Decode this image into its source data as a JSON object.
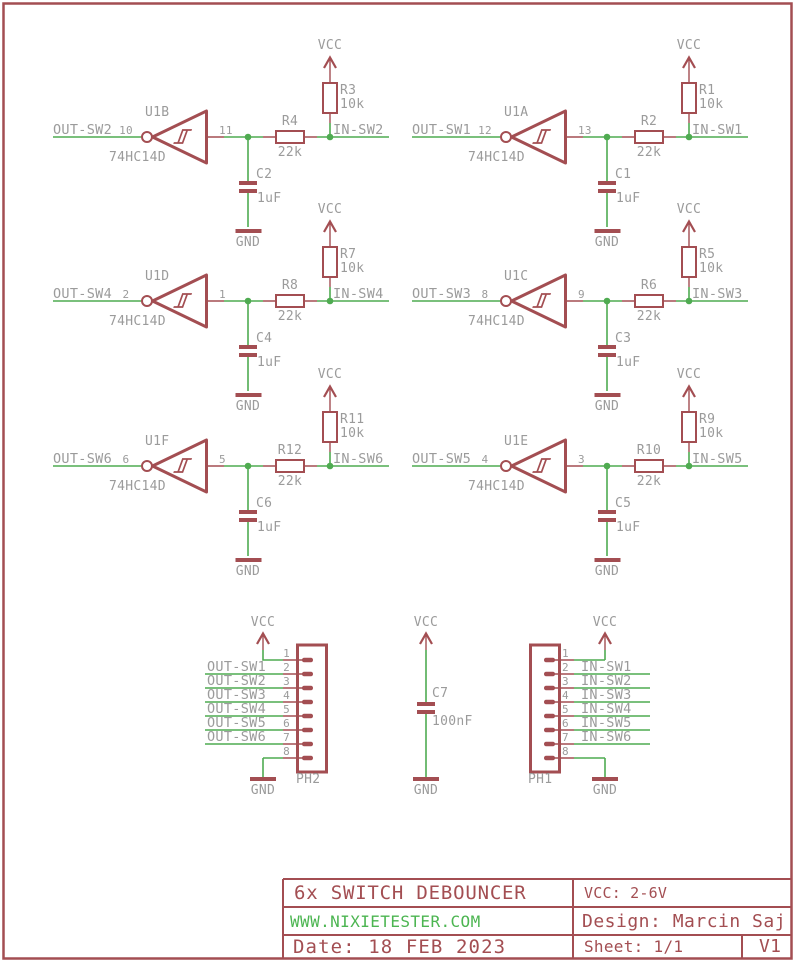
{
  "schematic": {
    "power_net": "VCC",
    "ground_net": "GND"
  },
  "circuits": [
    {
      "refdes": "U1B",
      "part": "74HC14D",
      "out_net": "OUT-SW2",
      "out_pin": "10",
      "in_pin": "11",
      "series_res_ref": "R4",
      "series_res_val": "22k",
      "pullup_res_ref": "R3",
      "pullup_res_val": "10k",
      "cap_ref": "C2",
      "cap_val": "1uF",
      "in_net": "IN-SW2"
    },
    {
      "refdes": "U1A",
      "part": "74HC14D",
      "out_net": "OUT-SW1",
      "out_pin": "12",
      "in_pin": "13",
      "series_res_ref": "R2",
      "series_res_val": "22k",
      "pullup_res_ref": "R1",
      "pullup_res_val": "10k",
      "cap_ref": "C1",
      "cap_val": "1uF",
      "in_net": "IN-SW1"
    },
    {
      "refdes": "U1D",
      "part": "74HC14D",
      "out_net": "OUT-SW4",
      "out_pin": "2",
      "in_pin": "1",
      "series_res_ref": "R8",
      "series_res_val": "22k",
      "pullup_res_ref": "R7",
      "pullup_res_val": "10k",
      "cap_ref": "C4",
      "cap_val": "1uF",
      "in_net": "IN-SW4"
    },
    {
      "refdes": "U1C",
      "part": "74HC14D",
      "out_net": "OUT-SW3",
      "out_pin": "8",
      "in_pin": "9",
      "series_res_ref": "R6",
      "series_res_val": "22k",
      "pullup_res_ref": "R5",
      "pullup_res_val": "10k",
      "cap_ref": "C3",
      "cap_val": "1uF",
      "in_net": "IN-SW3"
    },
    {
      "refdes": "U1F",
      "part": "74HC14D",
      "out_net": "OUT-SW6",
      "out_pin": "6",
      "in_pin": "5",
      "series_res_ref": "R12",
      "series_res_val": "22k",
      "pullup_res_ref": "R11",
      "pullup_res_val": "10k",
      "cap_ref": "C6",
      "cap_val": "1uF",
      "in_net": "IN-SW6"
    },
    {
      "refdes": "U1E",
      "part": "74HC14D",
      "out_net": "OUT-SW5",
      "out_pin": "4",
      "in_pin": "3",
      "series_res_ref": "R10",
      "series_res_val": "22k",
      "pullup_res_ref": "R9",
      "pullup_res_val": "10k",
      "cap_ref": "C5",
      "cap_val": "1uF",
      "in_net": "IN-SW5"
    }
  ],
  "connectors": [
    {
      "ref": "PH2",
      "pins": [
        {
          "num": "1",
          "net": ""
        },
        {
          "num": "2",
          "net": "OUT-SW1"
        },
        {
          "num": "3",
          "net": "OUT-SW2"
        },
        {
          "num": "4",
          "net": "OUT-SW3"
        },
        {
          "num": "5",
          "net": "OUT-SW4"
        },
        {
          "num": "6",
          "net": "OUT-SW5"
        },
        {
          "num": "7",
          "net": "OUT-SW6"
        },
        {
          "num": "8",
          "net": ""
        }
      ]
    },
    {
      "ref": "PH1",
      "pins": [
        {
          "num": "1",
          "net": ""
        },
        {
          "num": "2",
          "net": "IN-SW1"
        },
        {
          "num": "3",
          "net": "IN-SW2"
        },
        {
          "num": "4",
          "net": "IN-SW3"
        },
        {
          "num": "5",
          "net": "IN-SW4"
        },
        {
          "num": "6",
          "net": "IN-SW5"
        },
        {
          "num": "7",
          "net": "IN-SW6"
        },
        {
          "num": "8",
          "net": ""
        }
      ]
    }
  ],
  "bypass_cap": {
    "ref": "C7",
    "val": "100nF"
  },
  "title_block": {
    "title": "6x SWITCH DEBOUNCER",
    "website": "WWW.NIXIETESTER.COM",
    "date": "Date: 18 FEB 2023",
    "vcc_range": "VCC: 2-6V",
    "design": "Design: Marcin Saj",
    "sheet": "Sheet: 1/1",
    "version": "V1"
  },
  "colors": {
    "symbol": "#A34E52",
    "wire": "#4FAB51",
    "text": "#9B9B9B",
    "site_green": "#4CB551"
  }
}
